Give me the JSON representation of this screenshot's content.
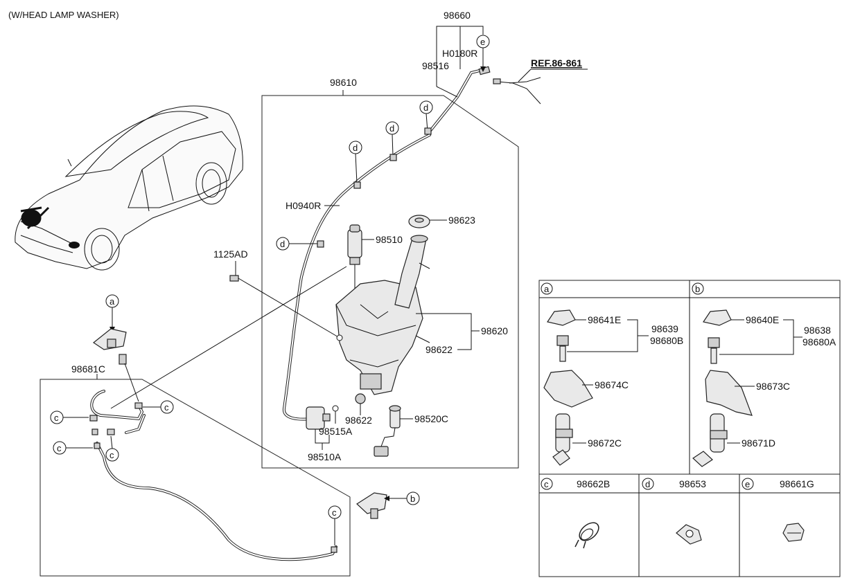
{
  "header": {
    "title": "(W/HEAD LAMP WASHER)"
  },
  "reference": {
    "label": "REF.86-861"
  },
  "parts": {
    "p98660": "98660",
    "pH0180R": "H0180R",
    "p98516": "98516",
    "p98610": "98610",
    "pH0940R": "H0940R",
    "p98623": "98623",
    "p98510": "98510",
    "p1125AD": "1125AD",
    "p98620": "98620",
    "p98622a": "98622",
    "p98622b": "98622",
    "p98520C": "98520C",
    "p98515A": "98515A",
    "p98510A": "98510A",
    "p98681C": "98681C"
  },
  "callouts": {
    "a": "a",
    "b": "b",
    "c": "c",
    "d": "d",
    "e": "e"
  },
  "detail_panels": {
    "a": {
      "letter": "a",
      "cap": "98641E",
      "group1": "98639",
      "group2": "98680B",
      "bracket": "98674C",
      "nozzle": "98672C"
    },
    "b": {
      "letter": "b",
      "cap": "98640E",
      "group1": "98638",
      "group2": "98680A",
      "bracket": "98673C",
      "nozzle": "98671D"
    },
    "c": {
      "letter": "c",
      "part": "98662B"
    },
    "d": {
      "letter": "d",
      "part": "98653"
    },
    "e": {
      "letter": "e",
      "part": "98661G"
    }
  }
}
